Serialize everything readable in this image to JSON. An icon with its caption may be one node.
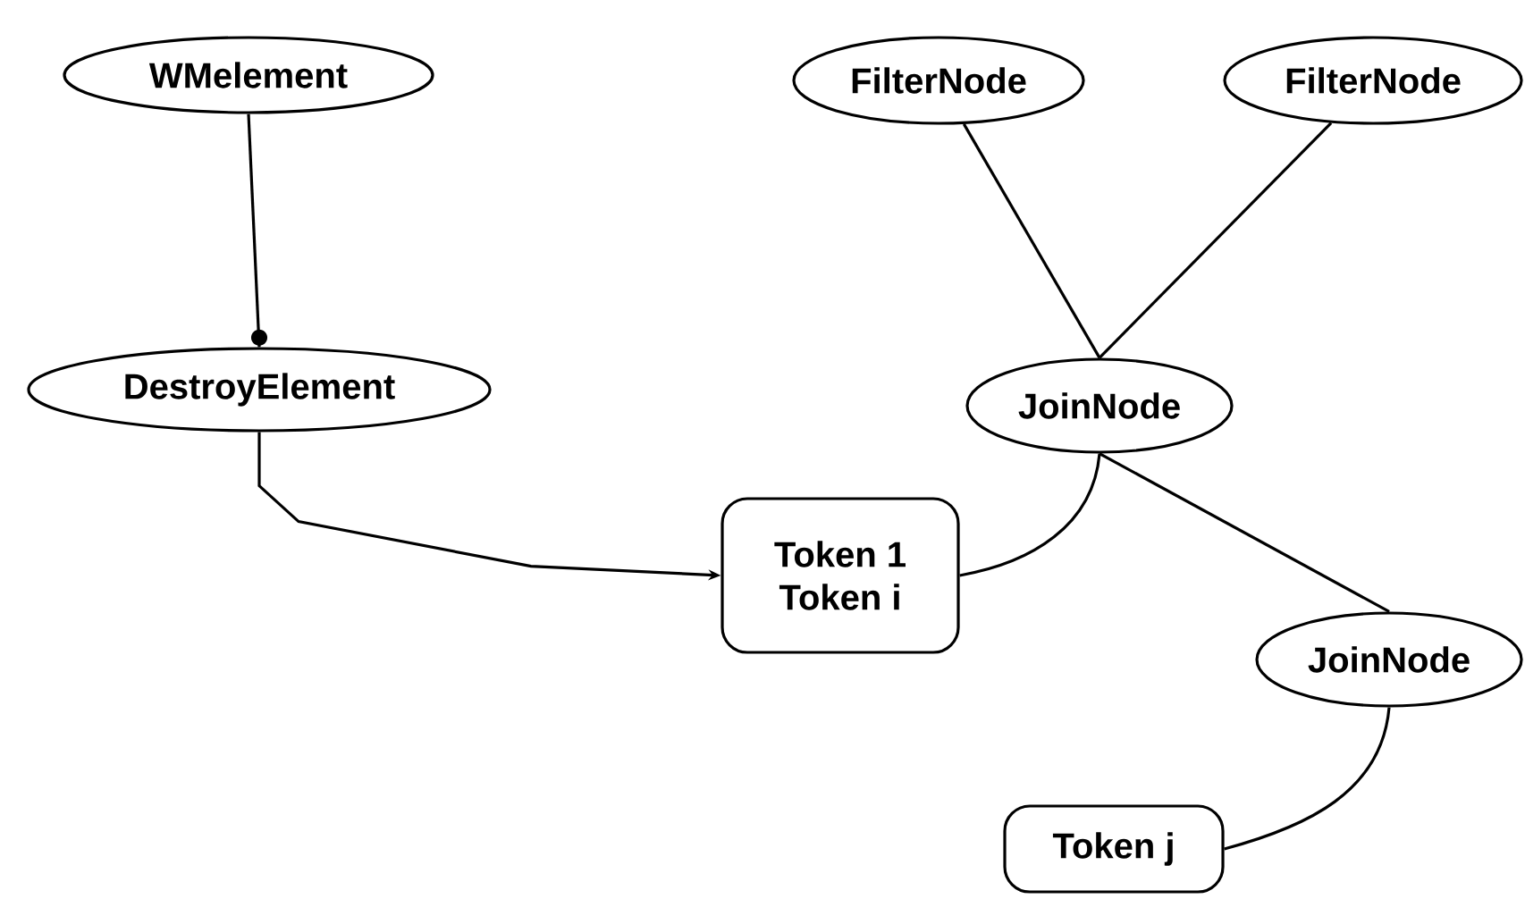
{
  "diagram": {
    "nodes": [
      {
        "text": [
          "WMelement"
        ]
      },
      {
        "text": [
          "DestroyElement"
        ]
      },
      {
        "text": [
          "FilterNode"
        ]
      },
      {
        "text": [
          "FilterNode"
        ]
      },
      {
        "text": [
          "JoinNode"
        ]
      },
      {
        "text": [
          "Token 1",
          "Token i"
        ]
      },
      {
        "text": [
          "JoinNode"
        ]
      },
      {
        "text": [
          "Token j"
        ]
      }
    ],
    "edges": [
      {
        "from": 0,
        "to": 1,
        "arrow": "other"
      },
      {
        "from": 1,
        "to": 5,
        "arrow": "to"
      },
      {
        "from": 2,
        "to": 4,
        "arrow": "none"
      },
      {
        "from": 3,
        "to": 4,
        "arrow": "none"
      },
      {
        "from": 4,
        "to": 5,
        "arrow": "none"
      },
      {
        "from": 4,
        "to": 6,
        "arrow": "none"
      },
      {
        "from": 6,
        "to": 7,
        "arrow": "none"
      }
    ]
  }
}
